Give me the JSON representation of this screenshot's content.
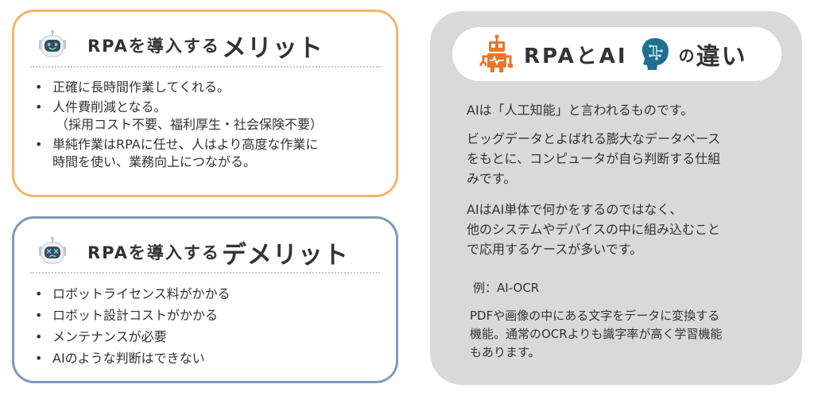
{
  "merit": {
    "title_small": "RPAを導入する",
    "title_big": "メリット",
    "items": [
      {
        "line1": "正確に長時間作業してくれる。"
      },
      {
        "line1": "人件費削減となる。",
        "line2": "（採用コスト不要、福利厚生・社会保険不要）"
      },
      {
        "line1": "単純作業はRPAに任せ、人はより高度な作業に",
        "line2": "時間を使い、業務向上につながる。"
      }
    ]
  },
  "demerit": {
    "title_small": "RPAを導入する",
    "title_big": "デメリット",
    "items": [
      {
        "line1": "ロボットライセンス料がかかる"
      },
      {
        "line1": "ロボット設計コストがかかる"
      },
      {
        "line1": "メンテナンスが必要"
      },
      {
        "line1": "AIのような判断はできない"
      }
    ]
  },
  "bullet": "•",
  "ai": {
    "title_part1": "RPAとAI",
    "title_part2a": "の",
    "title_part2b": "違い",
    "para1": "AIは「人工知能」と言われるものです。",
    "para2": [
      "ビッグデータとよばれる膨大なデータベース",
      "をもとに、コンピュータが自ら判断する仕組",
      "みです。"
    ],
    "para3": [
      "AIはAI単体で何かをするのではなく、",
      "他のシステムやデバイスの中に組み込むこと",
      "で応用するケースが多いです。"
    ],
    "example_label": "例：AI-OCR",
    "example_desc": [
      "PDFや画像の中にある文字をデータに変換する",
      "機能。通常のOCRよりも識字率が高く学習機能",
      "もあります。"
    ]
  },
  "colors": {
    "merit_border": "#f2b66a",
    "demerit_border": "#7e9bb7",
    "panel_bg": "#d9d9d9",
    "robot_orange": "#e8762b",
    "ai_head_blue": "#1f6f8e"
  },
  "icons": {
    "merit": "happy-robot-icon",
    "demerit": "dizzy-robot-icon",
    "rpa": "orange-robot-icon",
    "ai": "ai-head-icon"
  }
}
